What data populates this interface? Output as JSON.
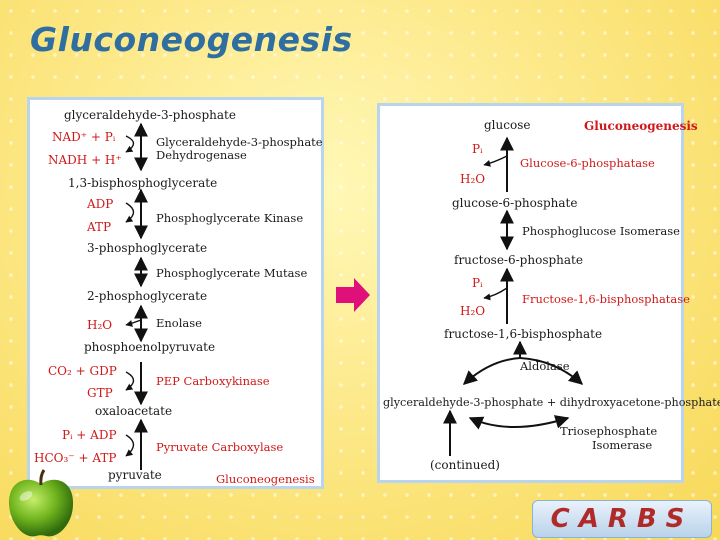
{
  "title": "Gluconeogenesis",
  "left_panel": {
    "m1": "glyceraldehyde-3-phosphate",
    "c1a": "NAD⁺ + Pᵢ",
    "c1b": "NADH + H⁺",
    "e1a": "Glyceraldehyde-3-phosphate",
    "e1b": "Dehydrogenase",
    "m2": "1,3-bisphosphoglycerate",
    "c2a": "ADP",
    "c2b": "ATP",
    "e2": "Phosphoglycerate Kinase",
    "m3": "3-phosphoglycerate",
    "e3": "Phosphoglycerate Mutase",
    "m4": "2-phosphoglycerate",
    "c4": "H₂O",
    "e4": "Enolase",
    "m5": "phosphoenolpyruvate",
    "c5a": "CO₂ + GDP",
    "c5b": "GTP",
    "e5": "PEP Carboxykinase",
    "m6": "oxaloacetate",
    "c6a": "Pᵢ + ADP",
    "c6b": "HCO₃⁻ + ATP",
    "e6": "Pyruvate Carboxylase",
    "m7": "pyruvate",
    "footer": "Gluconeogenesis"
  },
  "right_panel": {
    "header": "Gluconeogenesis",
    "n1": "glucose",
    "c1a": "Pᵢ",
    "c1b": "H₂O",
    "e1": "Glucose-6-phosphatase",
    "n2": "glucose-6-phosphate",
    "e2": "Phosphoglucose Isomerase",
    "n3": "fructose-6-phosphate",
    "c3a": "Pᵢ",
    "c3b": "H₂O",
    "e3": "Fructose-1,6-bisphosphatase",
    "n4": "fructose-1,6-bisphosphate",
    "e4": "Aldolase",
    "n5": "glyceraldehyde-3-phosphate + dihydroxyacetone-phosphate",
    "e5a": "Triosephosphate",
    "e5b": "Isomerase",
    "n6": "(continued)"
  },
  "logo_text": "CARBS",
  "colors": {
    "background": "#fde98a",
    "title": "#2e6ea0",
    "enzyme": "#d01818",
    "panel_border": "#b8d4ee",
    "arrow": "#e0107a"
  },
  "icons": [
    "apple-icon",
    "arrow-right-icon"
  ]
}
